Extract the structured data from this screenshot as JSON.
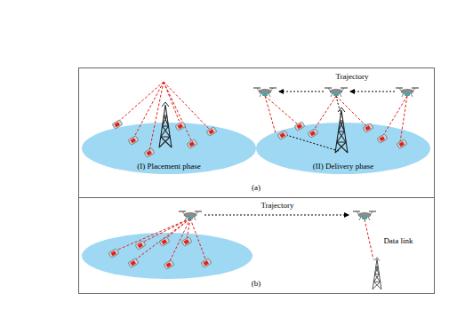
{
  "diagram": {
    "labels": [
      "Trajectory",
      "(I) Placement phase",
      "(II) Delivery phase",
      "(a)",
      "Trajectory",
      "Data link",
      "(b)"
    ]
  }
}
